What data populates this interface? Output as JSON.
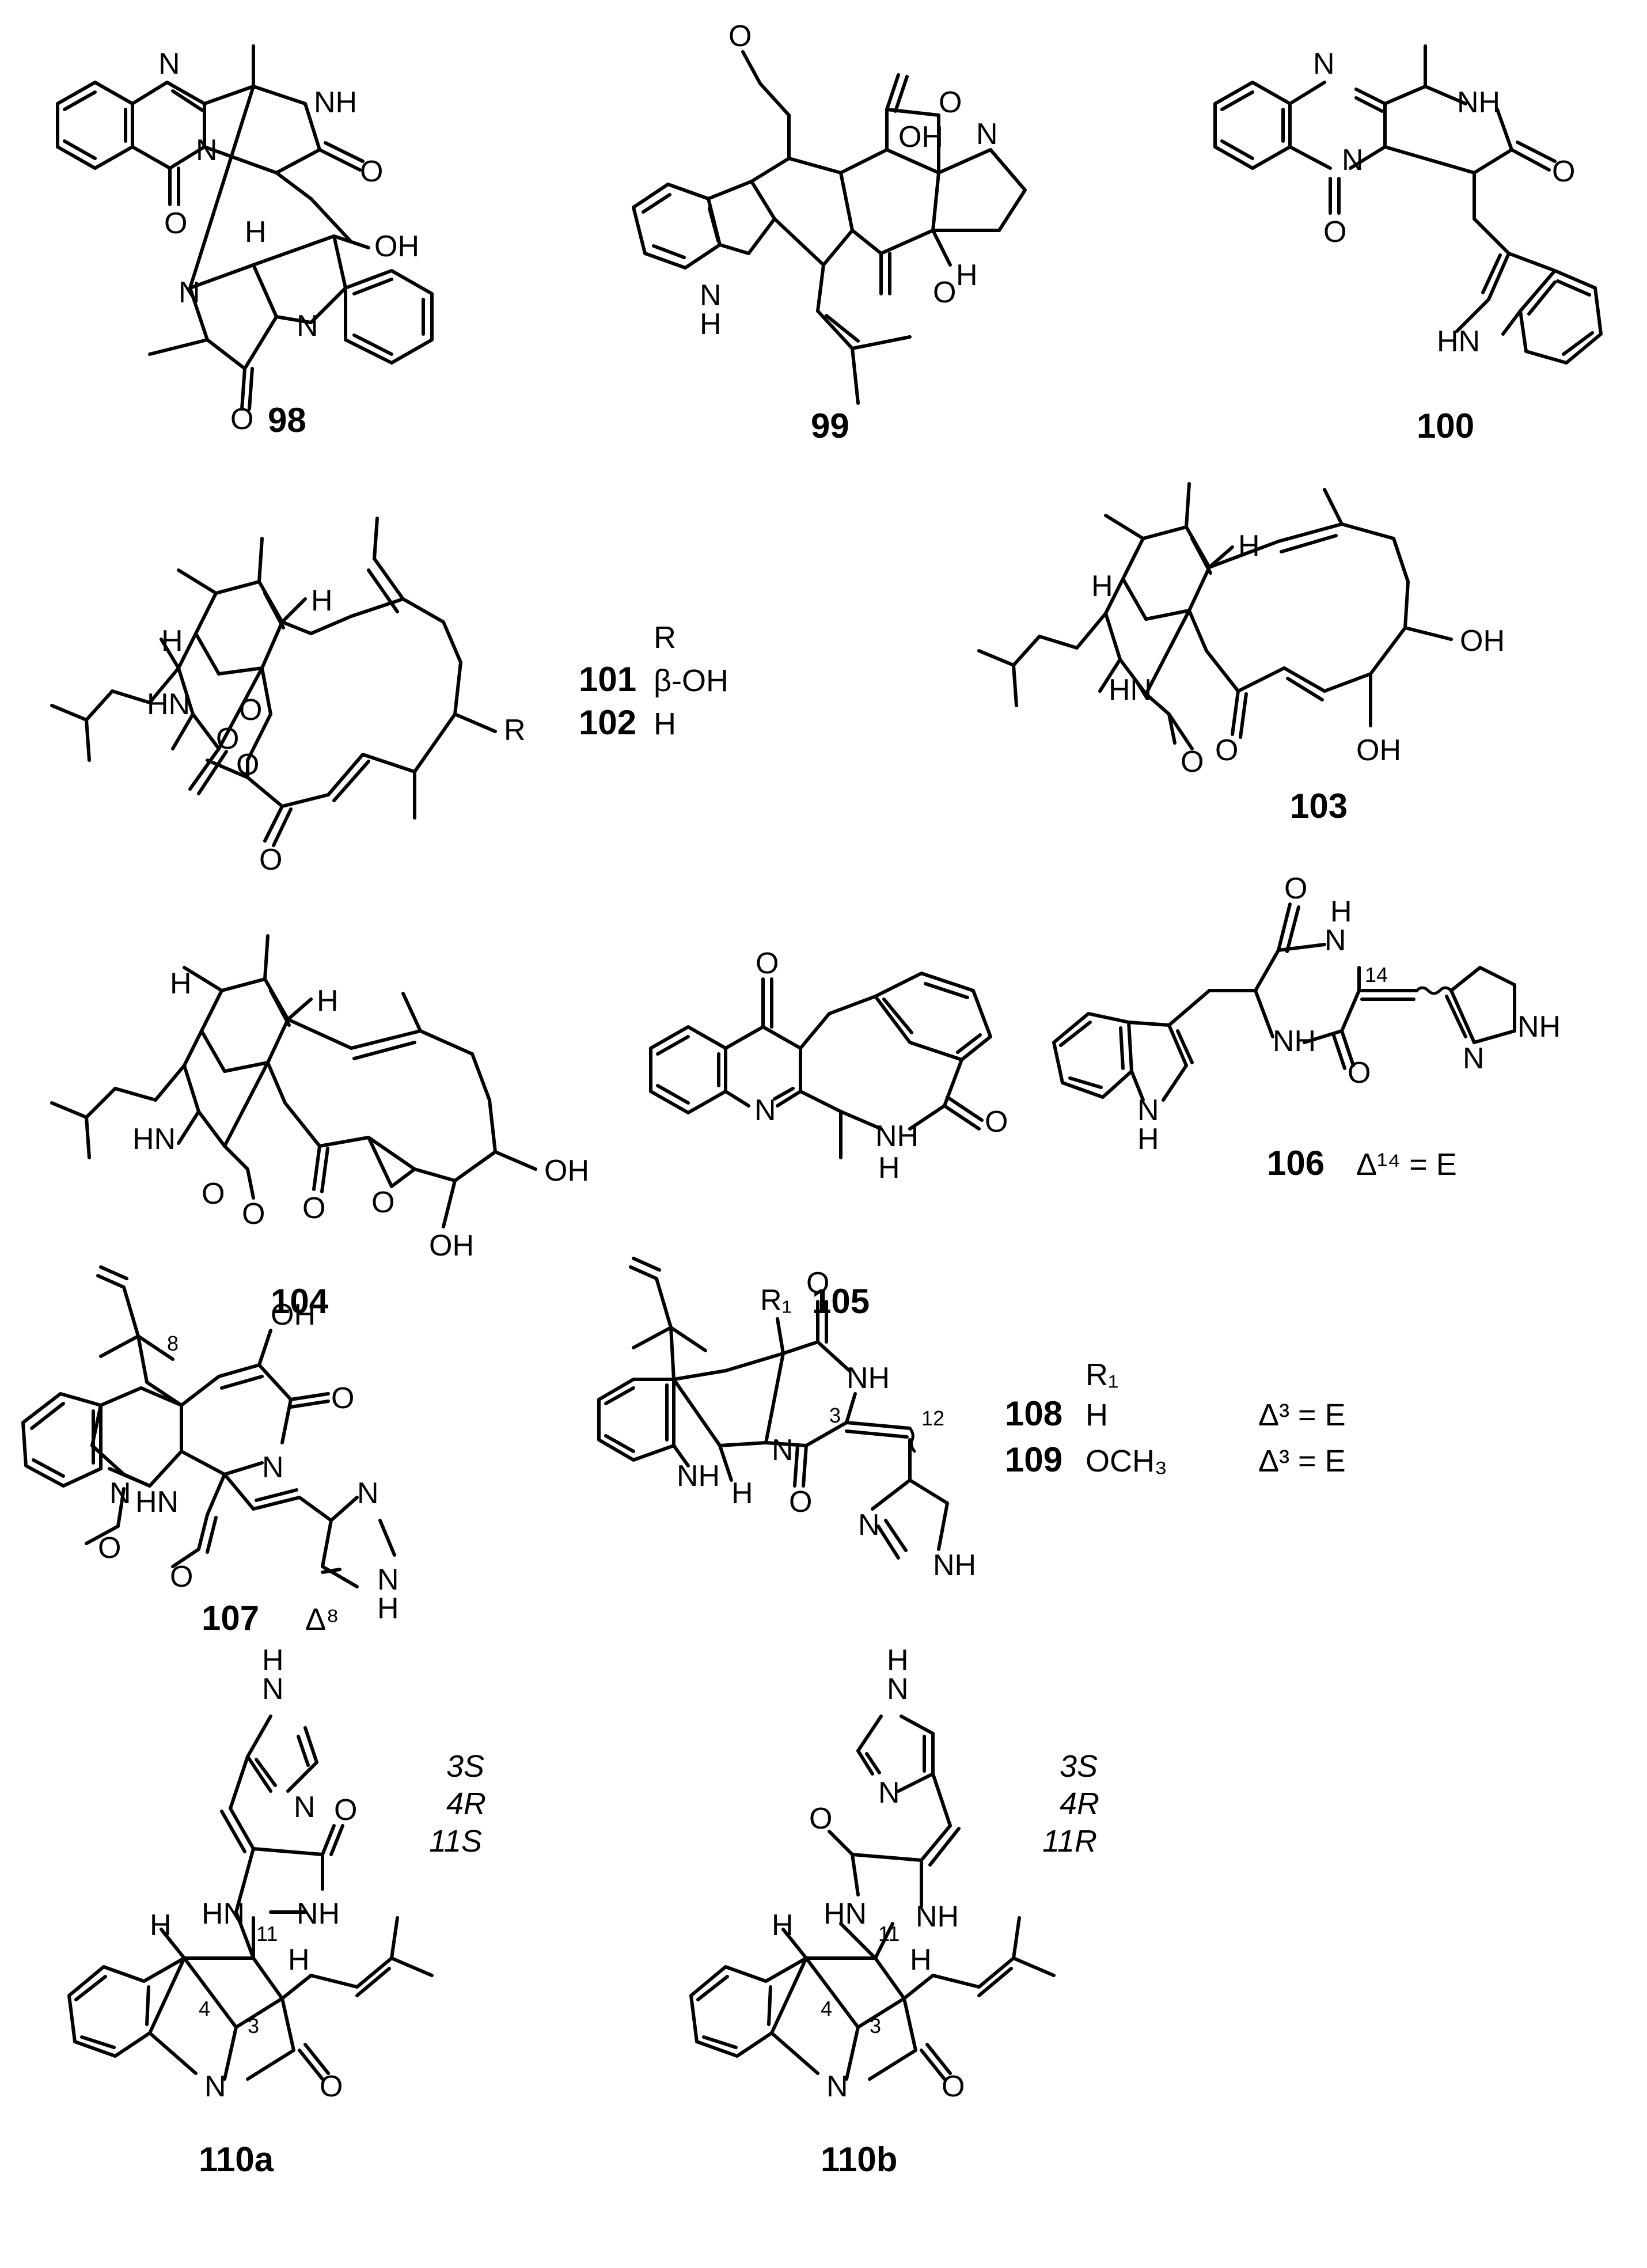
{
  "compounds": [
    {
      "id": "98",
      "label": "98"
    },
    {
      "id": "99",
      "label": "99"
    },
    {
      "id": "100",
      "label": "100"
    },
    {
      "id": "101",
      "label": "101"
    },
    {
      "id": "102",
      "label": "102"
    },
    {
      "id": "103",
      "label": "103"
    },
    {
      "id": "104",
      "label": "104"
    },
    {
      "id": "105",
      "label": "105"
    },
    {
      "id": "106",
      "label": "106"
    },
    {
      "id": "107",
      "label": "107"
    },
    {
      "id": "108",
      "label": "108"
    },
    {
      "id": "109",
      "label": "109"
    },
    {
      "id": "110a",
      "label": "110a"
    },
    {
      "id": "110b",
      "label": "110b"
    }
  ],
  "r_table_101_102": {
    "header": "R",
    "rows": [
      {
        "compound": "101",
        "value": "β-OH"
      },
      {
        "compound": "102",
        "value": "H"
      }
    ]
  },
  "note_106": "Δ¹⁴ = E",
  "note_107": "Δ⁸",
  "r1_table_108_109": {
    "header": "R₁",
    "rows": [
      {
        "compound": "108",
        "value": "H",
        "note": "Δ³ = E"
      },
      {
        "compound": "109",
        "value": "OCH₃",
        "note": "Δ³ = E"
      }
    ]
  },
  "stereo_110a": [
    "3S",
    "4R",
    "11S"
  ],
  "stereo_110b": [
    "3S",
    "4R",
    "11R"
  ],
  "atom_labels": {
    "N": "N",
    "NH": "NH",
    "HN": "HN",
    "O": "O",
    "OH": "OH",
    "H": "H",
    "R": "R",
    "R1": "R₁"
  },
  "numbering": {
    "c8": "8",
    "c3": "3",
    "c12": "12",
    "c14": "14",
    "c4": "4",
    "c11": "11"
  }
}
